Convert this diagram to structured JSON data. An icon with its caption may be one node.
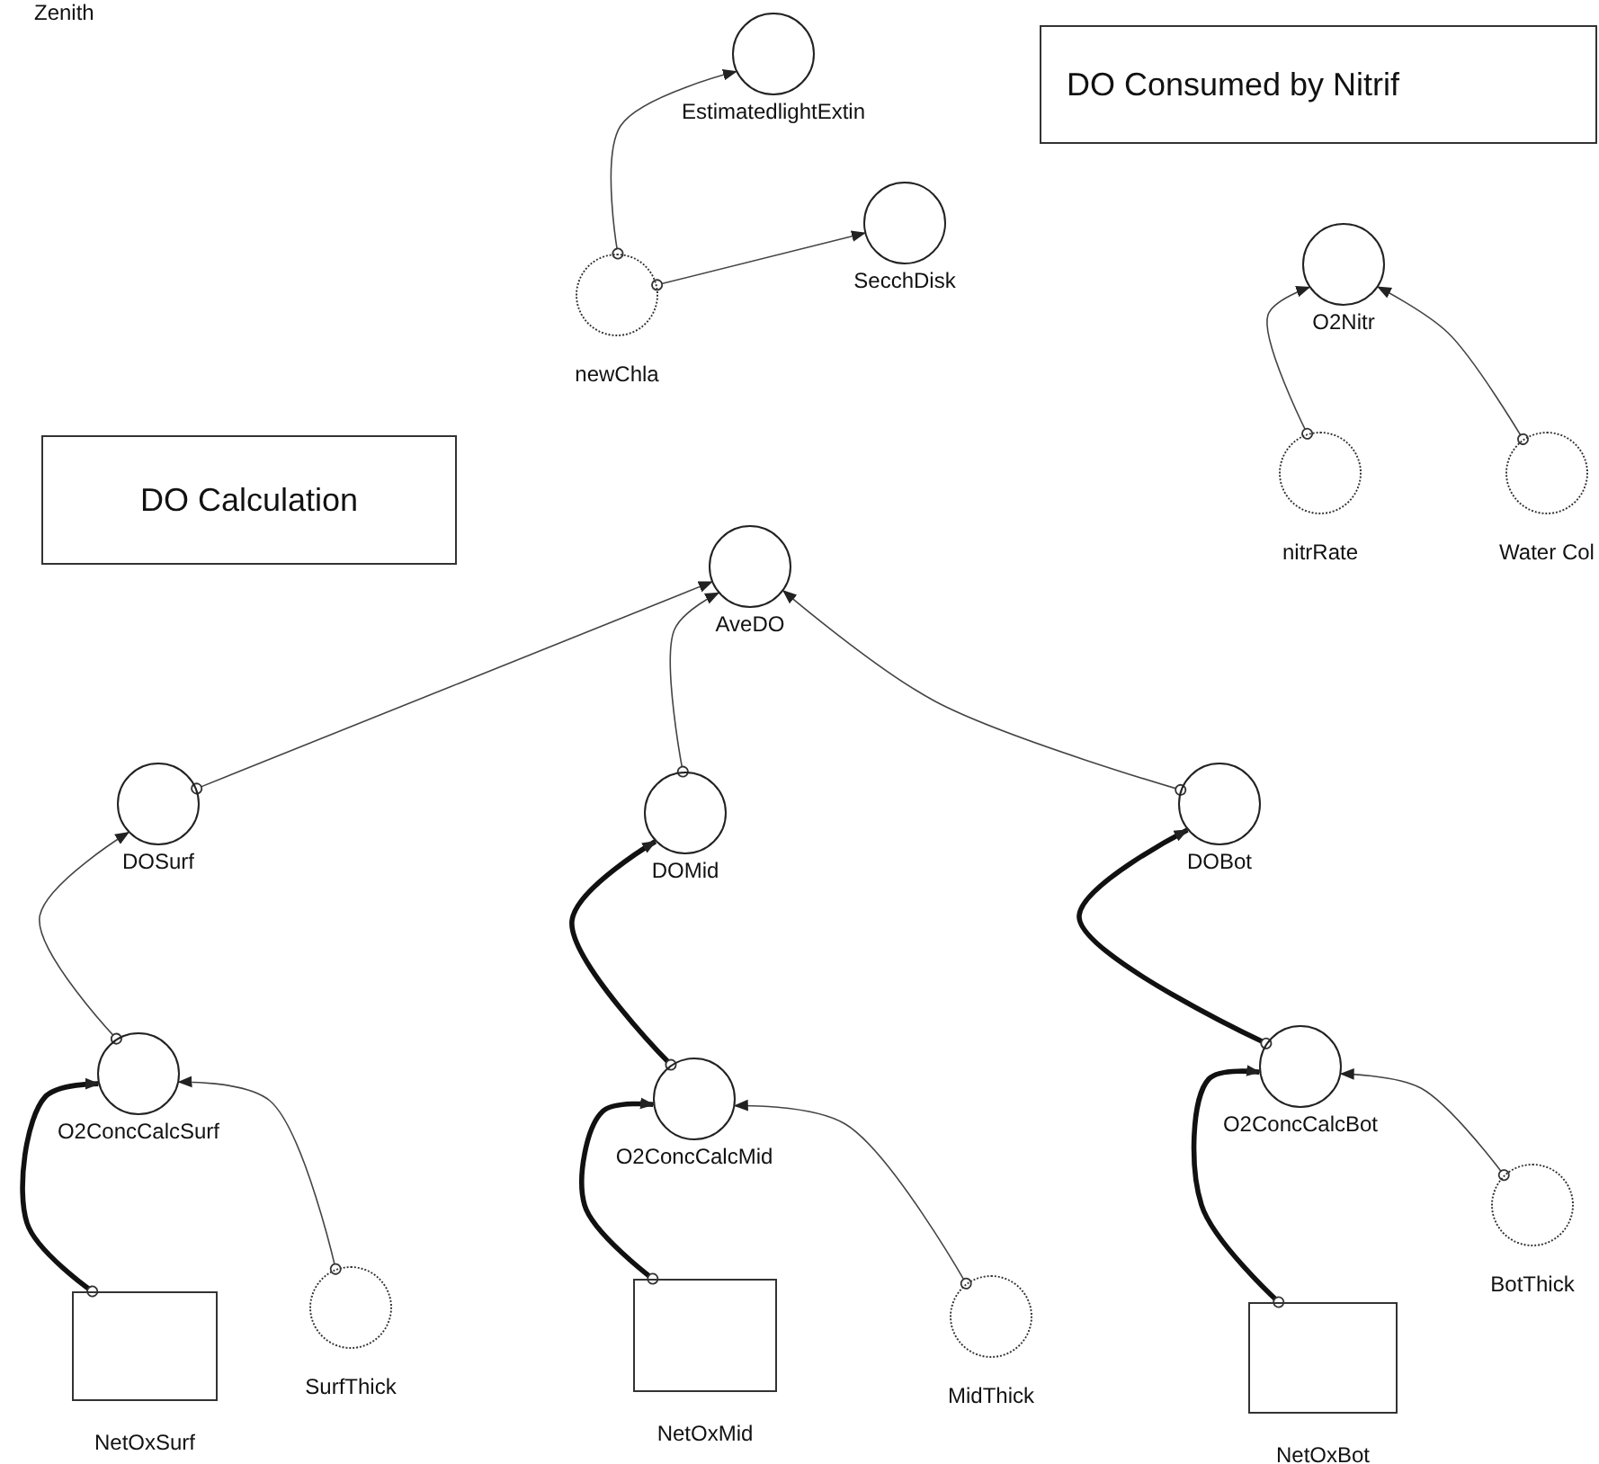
{
  "diagram": {
    "nodes": [
      {
        "text": [
          "EstimatedlightExtin"
        ]
      },
      {
        "text": [
          "DO Consumed by Nitrif"
        ]
      },
      {
        "text": [
          "SecchDisk"
        ]
      },
      {
        "text": [
          "O2Nitr"
        ]
      },
      {
        "text": [
          "newChla"
        ]
      },
      {
        "text": [
          "DO Calculation"
        ]
      },
      {
        "text": [
          "nitrRate"
        ]
      },
      {
        "text": [
          "Water Col"
        ]
      },
      {
        "text": [
          "AveDO"
        ]
      },
      {
        "text": [
          "DOSurf"
        ]
      },
      {
        "text": [
          "DOMid"
        ]
      },
      {
        "text": [
          "DOBot"
        ]
      },
      {
        "text": [
          "O2ConcCalcSurf"
        ]
      },
      {
        "text": [
          "O2ConcCalcMid"
        ]
      },
      {
        "text": [
          "O2ConcCalcBot"
        ]
      },
      {
        "text": [
          "BotThick"
        ]
      },
      {
        "text": [
          "NetOxSurf"
        ]
      },
      {
        "text": [
          "SurfThick"
        ]
      },
      {
        "text": [
          "NetOxMid"
        ]
      },
      {
        "text": [
          "MidThick"
        ]
      },
      {
        "text": [
          "NetOxBot"
        ]
      }
    ],
    "edges": [
      {
        "from": 4,
        "to": 0,
        "arrow": "to"
      },
      {
        "from": 4,
        "to": 2,
        "arrow": "to"
      },
      {
        "from": 6,
        "to": 3,
        "arrow": "to"
      },
      {
        "from": 7,
        "to": 3,
        "arrow": "to"
      },
      {
        "from": 9,
        "to": 8,
        "arrow": "to"
      },
      {
        "from": 10,
        "to": 8,
        "arrow": "to"
      },
      {
        "from": 11,
        "to": 8,
        "arrow": "to"
      },
      {
        "from": 12,
        "to": 9,
        "arrow": "to"
      },
      {
        "from": 13,
        "to": 10,
        "arrow": "to",
        "style": "thick"
      },
      {
        "from": 14,
        "to": 11,
        "arrow": "to",
        "style": "thick"
      },
      {
        "from": 16,
        "to": 12,
        "arrow": "to",
        "style": "thick"
      },
      {
        "from": 17,
        "to": 12,
        "arrow": "to"
      },
      {
        "from": 18,
        "to": 13,
        "arrow": "to",
        "style": "thick"
      },
      {
        "from": 19,
        "to": 13,
        "arrow": "to"
      },
      {
        "from": 20,
        "to": 14,
        "arrow": "to",
        "style": "thick"
      },
      {
        "from": 15,
        "to": 14,
        "arrow": "to"
      }
    ],
    "labels": [
      "Zenith"
    ]
  }
}
